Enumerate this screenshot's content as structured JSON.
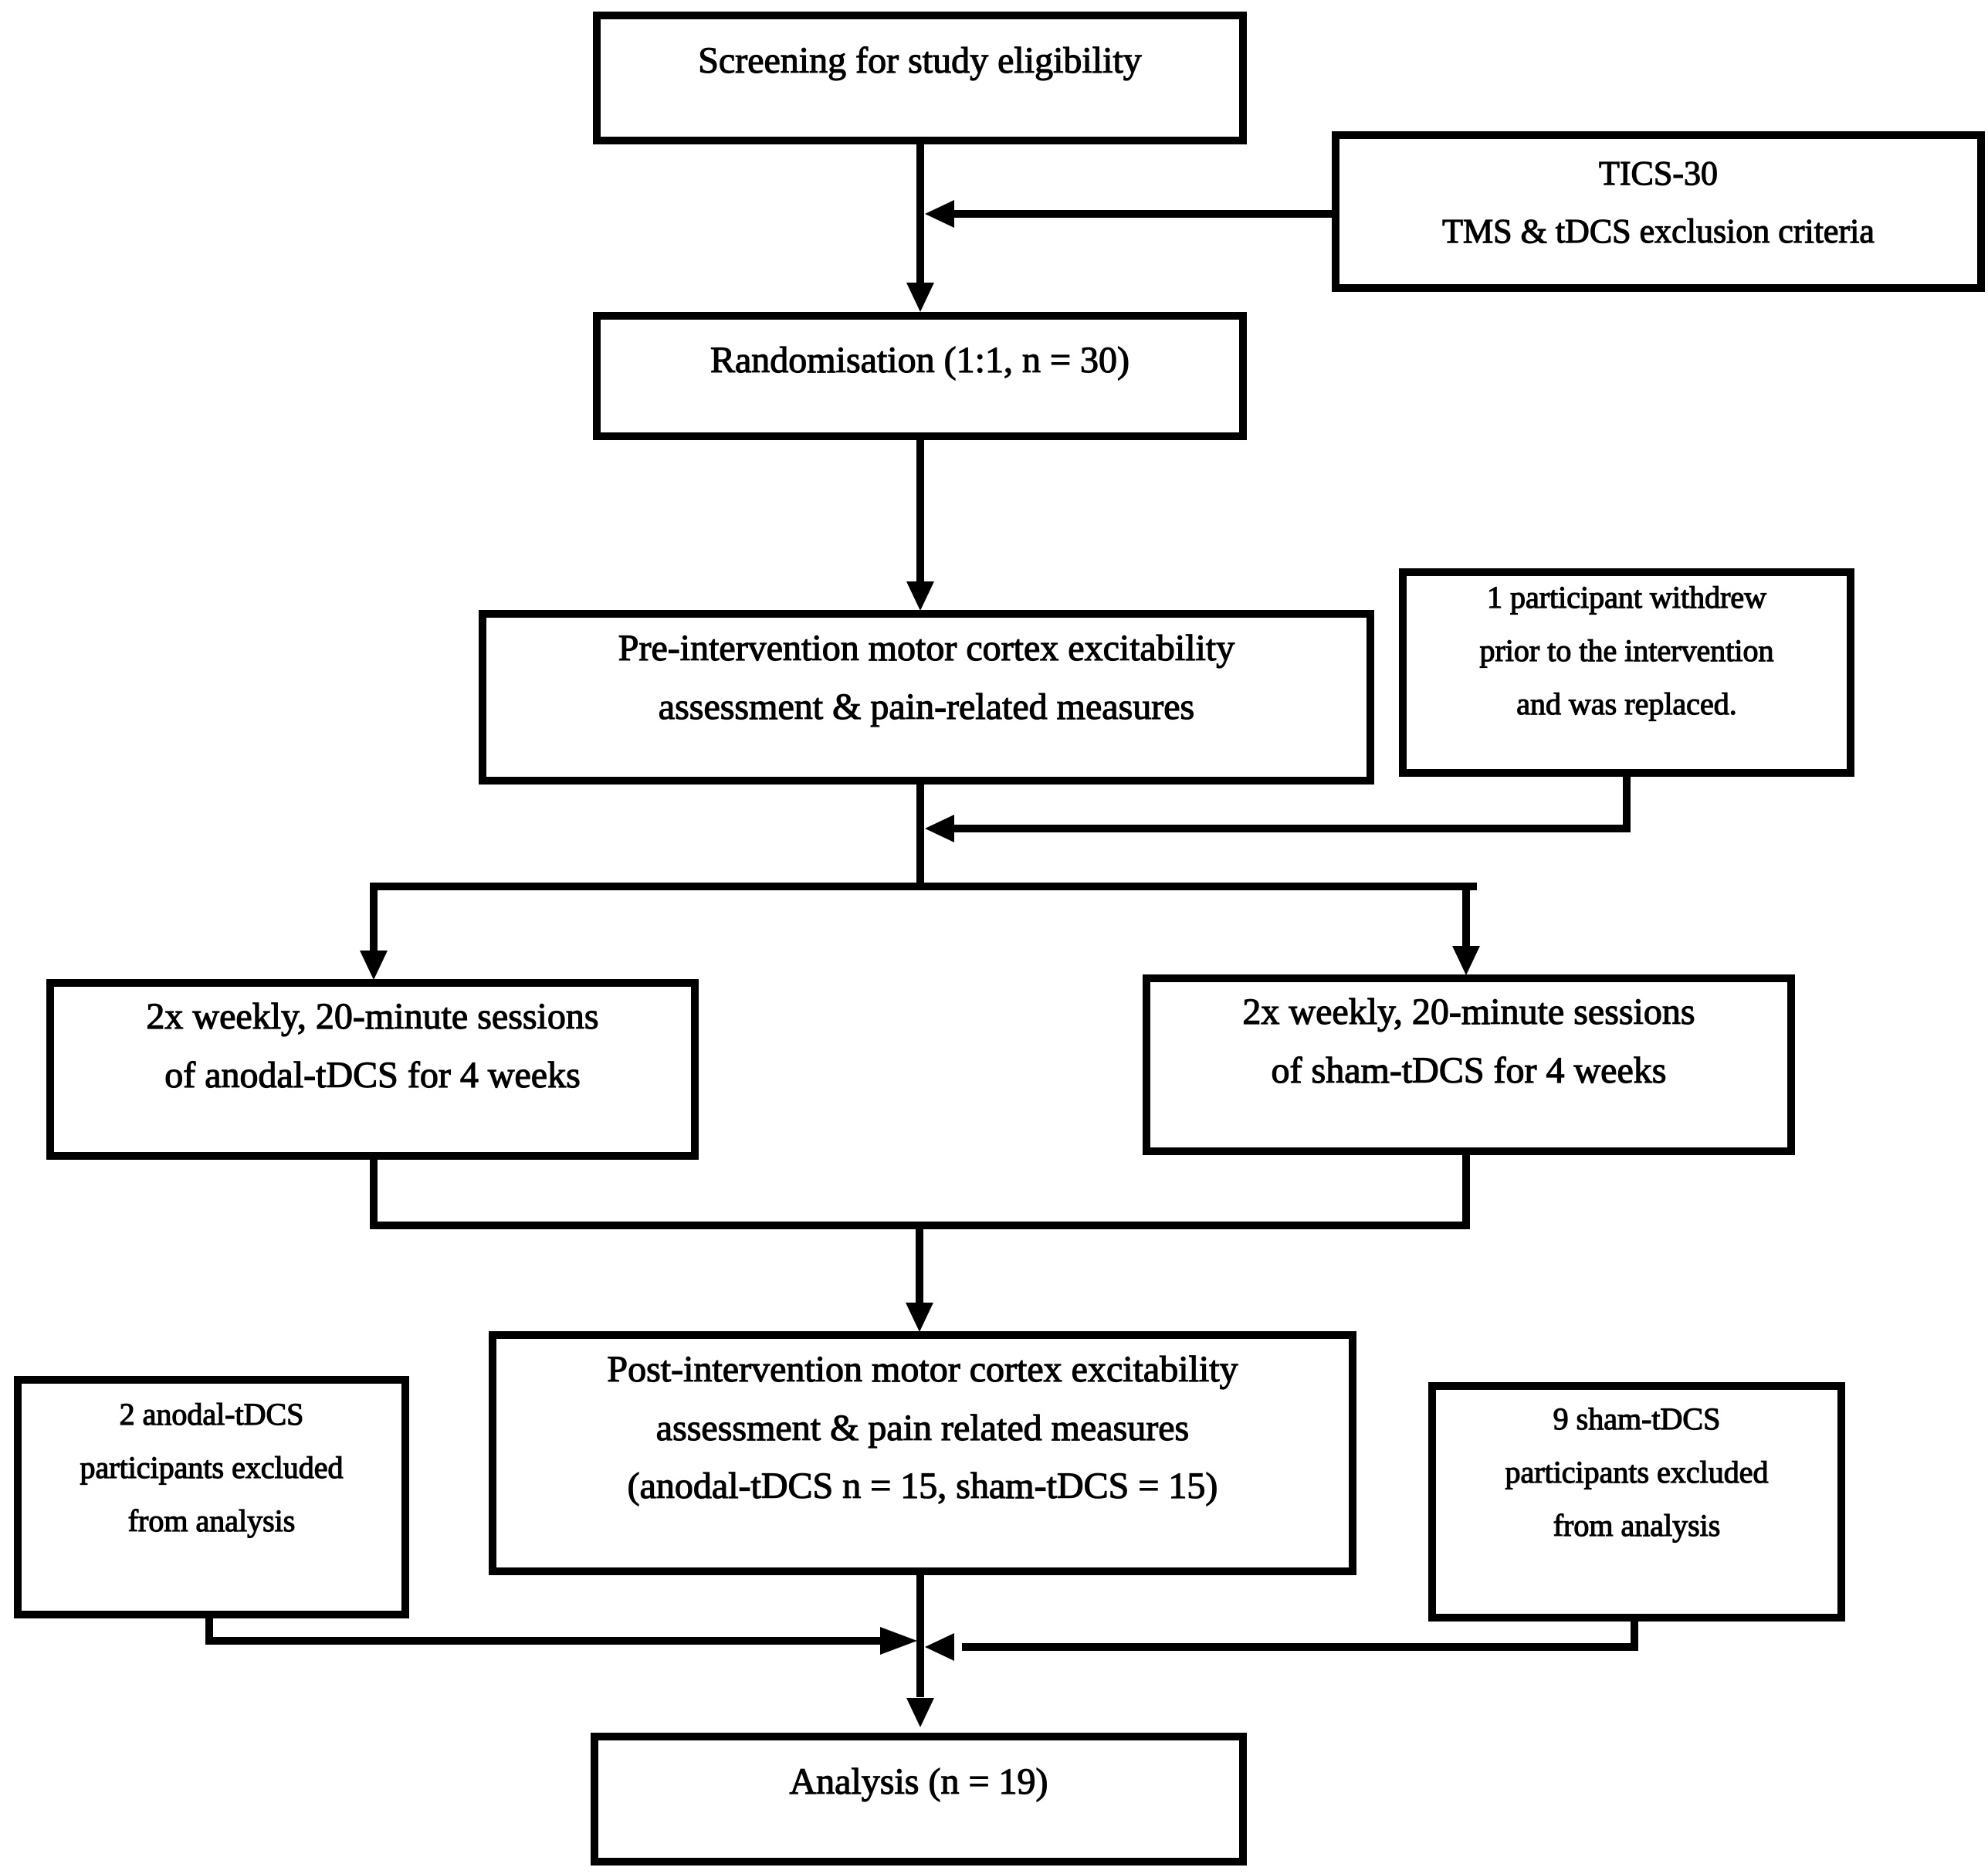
{
  "nodes": {
    "screening": {
      "lines": [
        "Screening for study eligibility"
      ]
    },
    "tics": {
      "lines": [
        "TICS-30",
        "TMS & tDCS exclusion criteria"
      ]
    },
    "randomisation": {
      "lines": [
        "Randomisation (1:1, n = 30)"
      ]
    },
    "pre_intervention": {
      "lines": [
        "Pre-intervention motor cortex excitability",
        "assessment & pain-related measures"
      ]
    },
    "withdrew": {
      "lines": [
        "1 participant withdrew",
        "prior to the intervention",
        "and was replaced."
      ]
    },
    "anodal": {
      "lines": [
        "2x weekly, 20-minute sessions",
        "of anodal-tDCS for 4 weeks"
      ]
    },
    "sham": {
      "lines": [
        "2x weekly, 20-minute sessions",
        "of sham-tDCS for 4 weeks"
      ]
    },
    "post_intervention": {
      "lines": [
        "Post-intervention motor cortex excitability",
        "assessment & pain related measures",
        "(anodal-tDCS n = 15, sham-tDCS = 15)"
      ]
    },
    "anodal_excluded": {
      "lines": [
        "2 anodal-tDCS",
        "participants excluded",
        "from analysis"
      ]
    },
    "sham_excluded": {
      "lines": [
        "9 sham-tDCS",
        "participants excluded",
        "from analysis"
      ]
    },
    "analysis": {
      "lines": [
        "Analysis (n = 19)"
      ]
    }
  },
  "edges": [
    {
      "from": "screening",
      "to": "randomisation",
      "arrow": "down"
    },
    {
      "from": "tics",
      "to": "screening-randomisation-line",
      "arrow": "left"
    },
    {
      "from": "randomisation",
      "to": "pre_intervention",
      "arrow": "down"
    },
    {
      "from": "withdrew",
      "to": "pre_intervention-branch-line",
      "arrow": "left"
    },
    {
      "from": "pre_intervention",
      "to": "anodal",
      "arrow": "down"
    },
    {
      "from": "pre_intervention",
      "to": "sham",
      "arrow": "down"
    },
    {
      "from": "anodal",
      "to": "post_intervention",
      "arrow": "down"
    },
    {
      "from": "sham",
      "to": "post_intervention",
      "arrow": "down"
    },
    {
      "from": "anodal_excluded",
      "to": "post_intervention-analysis-line",
      "arrow": "right"
    },
    {
      "from": "sham_excluded",
      "to": "post_intervention-analysis-line",
      "arrow": "left"
    },
    {
      "from": "post_intervention",
      "to": "analysis",
      "arrow": "down"
    }
  ],
  "colors": {
    "ink": "#000000",
    "background": "#ffffff",
    "box_fill": "#ffffff"
  }
}
